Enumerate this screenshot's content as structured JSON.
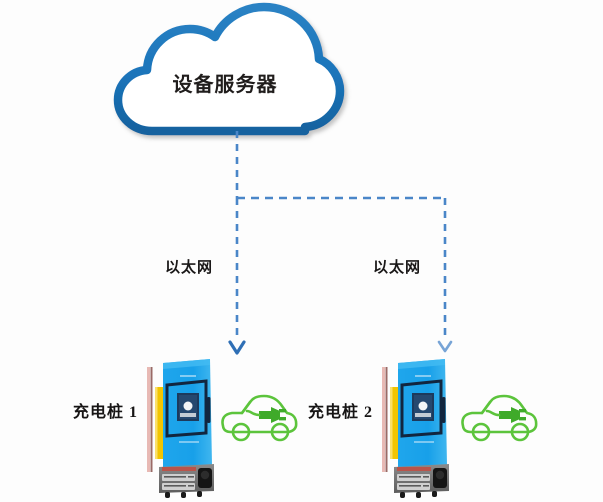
{
  "diagram": {
    "title": "EV charging pile network topology",
    "background_color": "#fdfdfd"
  },
  "cloud": {
    "label": "设备服务器",
    "icon": "cloud-icon",
    "stroke_color": "#1b74ba",
    "fill_color": "#ffffff"
  },
  "connections": {
    "color": "#4a86c8",
    "style": "dashed",
    "links": [
      {
        "label": "以太网",
        "side": "left"
      },
      {
        "label": "以太网",
        "side": "right"
      }
    ]
  },
  "stations": [
    {
      "label": "充电桩 1",
      "icon": "charging-pile-icon",
      "body_color": "#1ba0e8",
      "screen_color": "#12263f",
      "accent_color": "#f2c500",
      "base_color": "#6f6f6f"
    },
    {
      "label": "充电桩 2",
      "icon": "charging-pile-icon",
      "body_color": "#1ba0e8",
      "screen_color": "#12263f",
      "accent_color": "#f2c500",
      "base_color": "#6f6f6f"
    }
  ],
  "vehicles": [
    {
      "icon": "electric-car-icon",
      "color": "#5cc43c"
    },
    {
      "icon": "electric-car-icon",
      "color": "#5cc43c"
    }
  ]
}
